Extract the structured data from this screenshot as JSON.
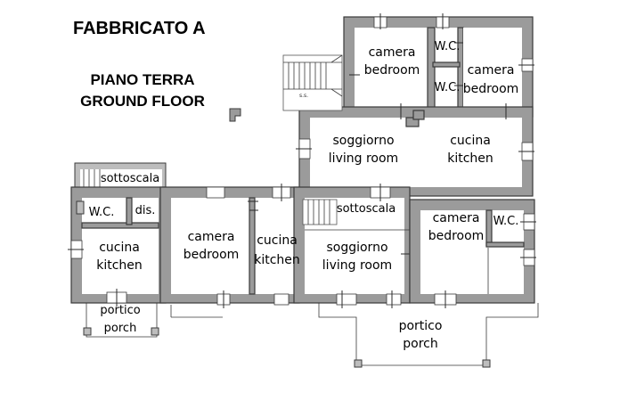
{
  "header": {
    "building": "FABBRICATO A",
    "floor_it": "PIANO TERRA",
    "floor_en": "GROUND FLOOR"
  },
  "labels": {
    "stair_ss": "s.s.",
    "sottoscala_left": "sottoscala",
    "sottoscala_center": "sottoscala"
  },
  "rooms": {
    "bedroom_top_left": [
      "camera",
      "bedroom"
    ],
    "wc_top_upper": "W.C.",
    "wc_top_lower": "W.C.",
    "bedroom_top_right": [
      "camera",
      "bedroom"
    ],
    "living_upper": [
      "soggiorno",
      "living room"
    ],
    "kitchen_upper": [
      "cucina",
      "kitchen"
    ],
    "wc_left": "W.C.",
    "dis_left": "dis.",
    "kitchen_left": [
      "cucina",
      "kitchen"
    ],
    "bedroom_mid": [
      "camera",
      "bedroom"
    ],
    "kitchen_mid": [
      "cucina",
      "kitchen"
    ],
    "living_lower": [
      "soggiorno",
      "living room"
    ],
    "bedroom_right": [
      "camera",
      "bedroom"
    ],
    "wc_right": "W.C.",
    "porch_left": [
      "portico",
      "porch"
    ],
    "porch_main": [
      "portico",
      "porch"
    ]
  }
}
